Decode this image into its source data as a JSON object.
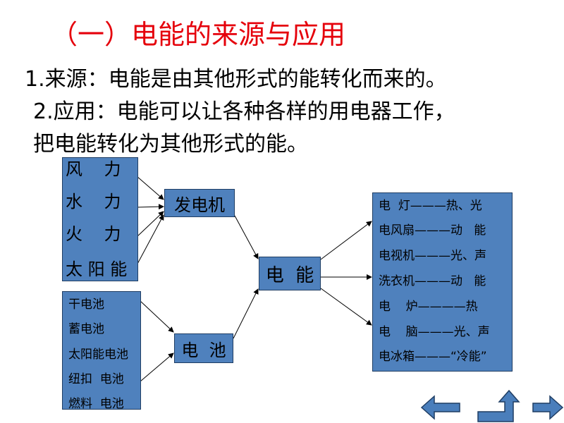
{
  "title": "（一）电能的来源与应用",
  "text": {
    "line1": "1.来源：电能是由其他形式的能转化而来的。",
    "line2": "2.应用：电能可以让各种各样的用电器工作，",
    "line3": "把电能转化为其他形式的能。"
  },
  "sources": [
    "风    力",
    "水    力",
    "火    力",
    "太 阳 能"
  ],
  "batteries": [
    "干电池",
    "蓄电池",
    "太阳能电池",
    "纽扣  电池",
    "燃料  电池"
  ],
  "generator": "发电机",
  "battery": "电  池",
  "electricity": "电  能",
  "applications": [
    "电  灯———热、光",
    "电风扇———动   能",
    "电视机———光、声",
    "洗衣机———动   能",
    "电    炉————热",
    "电    脑———光、声",
    "电冰箱———“冷能”"
  ],
  "colors": {
    "title": "#e5000b",
    "box_fill": "#4f81bd",
    "box_border": "#1f3d63",
    "nav_fill": "#4a7ebb"
  },
  "nav": [
    "arrow-left-icon",
    "return-icon",
    "arrow-right-icon"
  ]
}
